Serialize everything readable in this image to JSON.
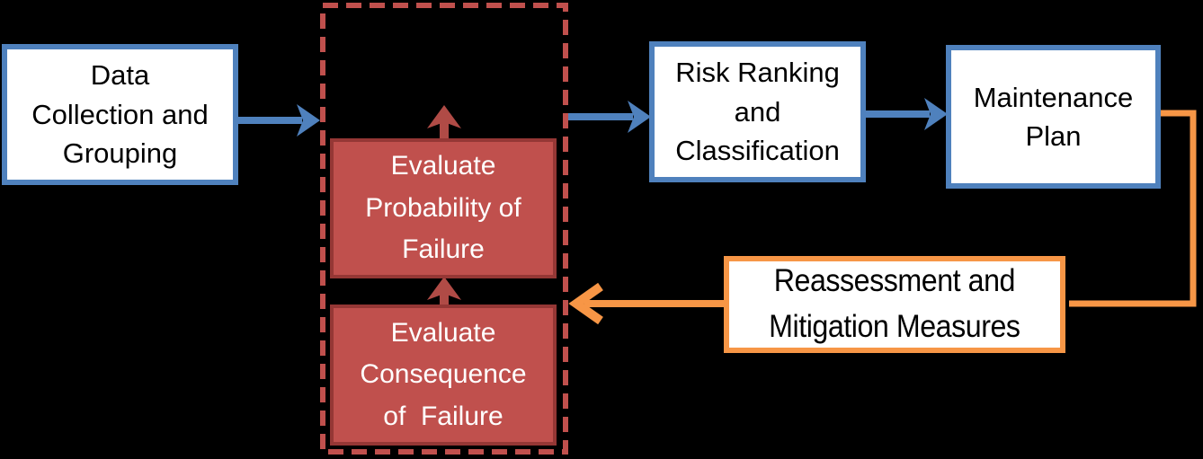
{
  "colors": {
    "background": "#000000",
    "blue_accent": "#4F81BD",
    "red_fill": "#C0504D",
    "red_border": "#953735",
    "red_arrow": "#B04B46",
    "orange_accent": "#F79646",
    "box_fill": "#FFFFFF",
    "text_dark": "#000000",
    "text_light": "#FFFFFF"
  },
  "nodes": {
    "data_collection": {
      "label": "Data\nCollection and\nGrouping"
    },
    "evaluate_probability": {
      "label": "Evaluate\nProbability of\nFailure"
    },
    "evaluate_consequence": {
      "label": "Evaluate\nConsequence\nof  Failure"
    },
    "risk_ranking": {
      "label": "Risk Ranking\nand\nClassification"
    },
    "maintenance_plan": {
      "label": "Maintenance\nPlan"
    },
    "reassessment": {
      "label": "Reassessment and\nMitigation Measures"
    }
  },
  "connections": [
    {
      "from": "data_collection",
      "to": "evaluation_group",
      "color": "#4F81BD",
      "style": "solid-arrow"
    },
    {
      "from": "evaluate_consequence",
      "to": "evaluate_probability",
      "color": "#B04B46",
      "style": "solid-arrow-up"
    },
    {
      "from": "evaluate_probability",
      "to": "evaluation_group_top",
      "color": "#B04B46",
      "style": "solid-arrow-up"
    },
    {
      "from": "evaluation_group",
      "to": "risk_ranking",
      "color": "#4F81BD",
      "style": "solid-arrow"
    },
    {
      "from": "risk_ranking",
      "to": "maintenance_plan",
      "color": "#4F81BD",
      "style": "solid-arrow"
    },
    {
      "from": "maintenance_plan",
      "to": "reassessment",
      "color": "#F79646",
      "style": "elbow-line"
    },
    {
      "from": "reassessment",
      "to": "evaluation_group",
      "color": "#F79646",
      "style": "open-arrow"
    }
  ],
  "groups": {
    "evaluation_group": {
      "style": "dashed-border",
      "color": "#C0504D"
    }
  }
}
